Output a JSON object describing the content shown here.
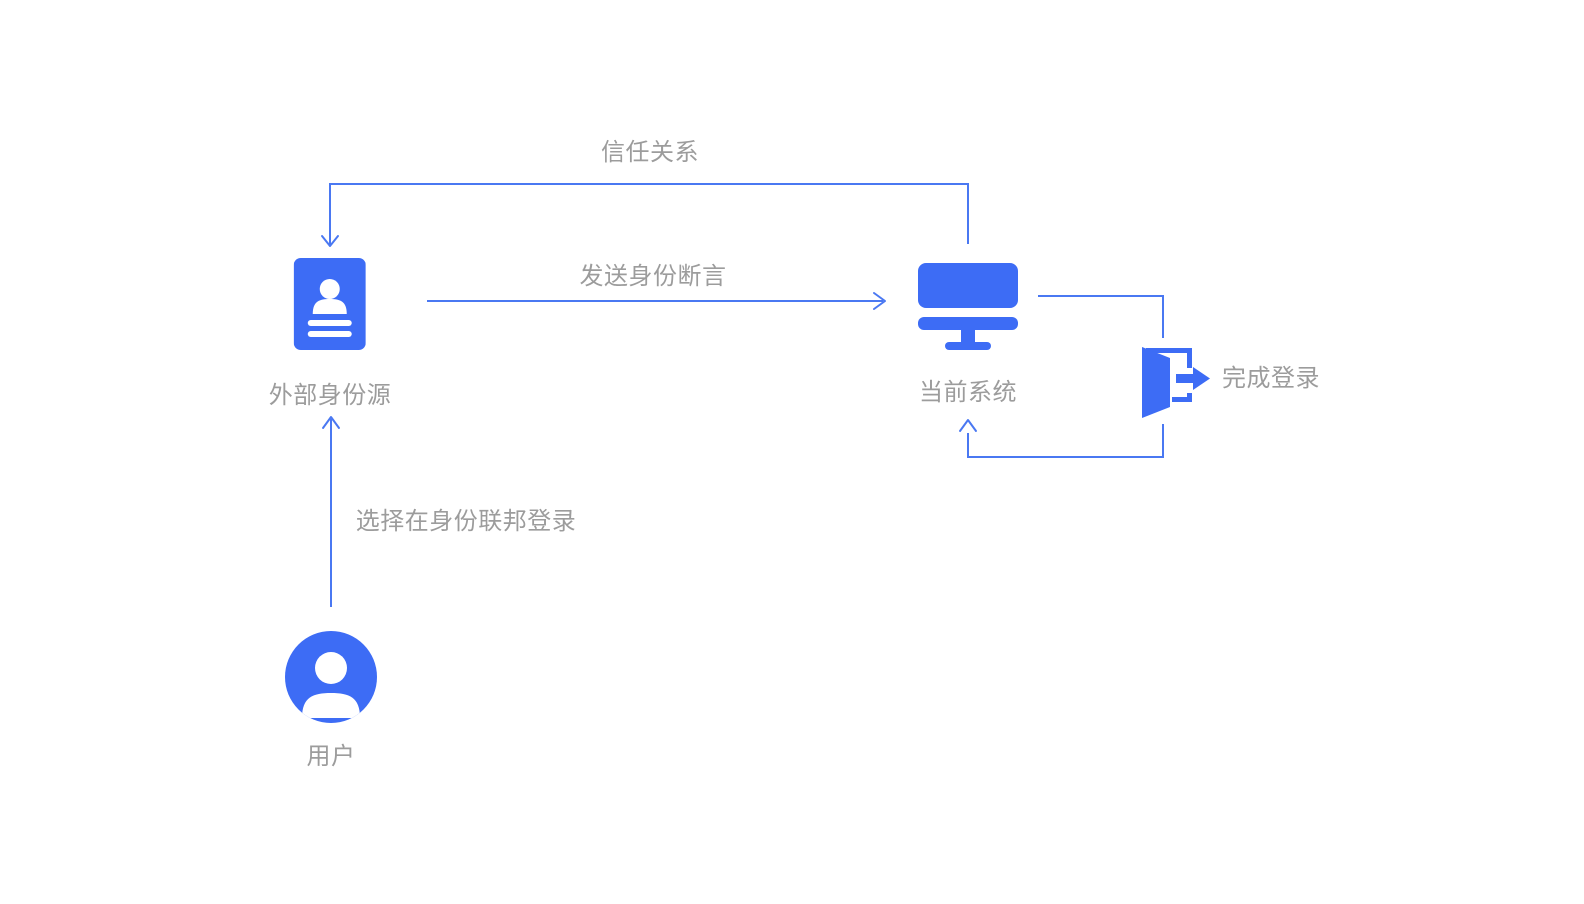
{
  "diagram": {
    "title": "",
    "nodes": [
      {
        "id": "external-idp",
        "label": "外部身份源",
        "icon": "id-card-icon"
      },
      {
        "id": "current-system",
        "label": "当前系统",
        "icon": "monitor-icon"
      },
      {
        "id": "user",
        "label": "用户",
        "icon": "user-avatar-icon"
      },
      {
        "id": "finish-login",
        "label": "完成登录",
        "icon": "door-exit-icon"
      }
    ],
    "edges": [
      {
        "id": "trust",
        "label": "信任关系",
        "from": "current-system",
        "to": "external-idp",
        "style": "elbow-arrow"
      },
      {
        "id": "assertion",
        "label": "发送身份断言",
        "from": "external-idp",
        "to": "current-system",
        "style": "straight-arrow"
      },
      {
        "id": "login-loop",
        "label": "",
        "from": "current-system",
        "to": "current-system",
        "via": "finish-login",
        "style": "elbow-arrow"
      },
      {
        "id": "choose-federation",
        "label": "选择在身份联邦登录",
        "from": "user",
        "to": "external-idp",
        "style": "straight-arrow"
      }
    ]
  },
  "colors": {
    "icon_blue": "#3d6cf5",
    "line_blue": "#4a78f2",
    "label_gray": "#9c9c9c",
    "canvas_bg": "#ffffff"
  }
}
